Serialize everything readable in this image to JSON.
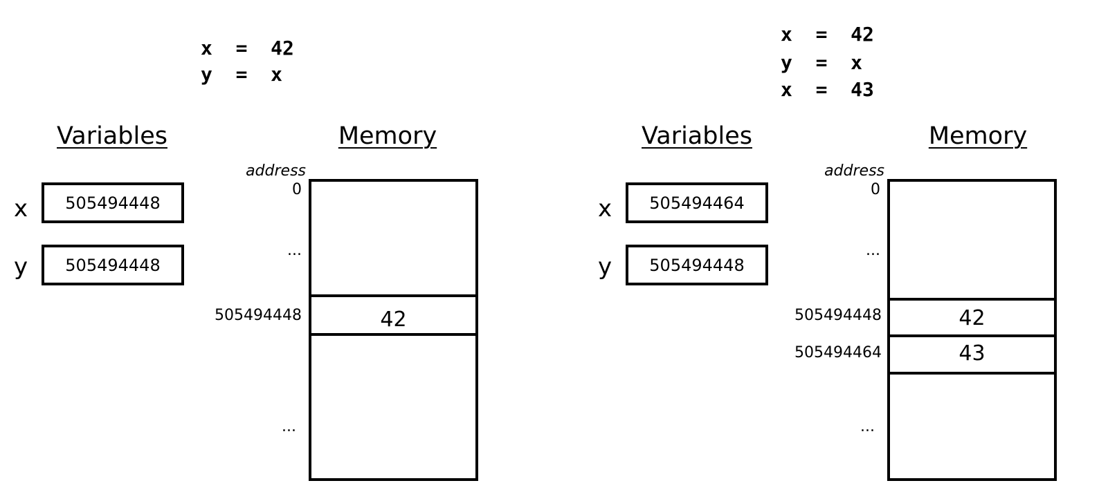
{
  "left": {
    "code": [
      "x  =  42",
      "y  =  x"
    ],
    "variables_heading": "Variables",
    "memory_heading": "Memory",
    "address_heading": "address",
    "variables": [
      {
        "name": "x",
        "value": "505494448"
      },
      {
        "name": "y",
        "value": "505494448"
      }
    ],
    "memory": {
      "addr_start": "0",
      "ellipsis_top": "...",
      "cells": [
        {
          "address": "505494448",
          "value": "42"
        }
      ],
      "ellipsis_bottom": "..."
    }
  },
  "right": {
    "code": [
      "x  =  42",
      "y  =  x",
      "x  =  43"
    ],
    "variables_heading": "Variables",
    "memory_heading": "Memory",
    "address_heading": "address",
    "variables": [
      {
        "name": "x",
        "value": "505494464"
      },
      {
        "name": "y",
        "value": "505494448"
      }
    ],
    "memory": {
      "addr_start": "0",
      "ellipsis_top": "...",
      "cells": [
        {
          "address": "505494448",
          "value": "42"
        },
        {
          "address": "505494464",
          "value": "43"
        }
      ],
      "ellipsis_bottom": "..."
    }
  }
}
